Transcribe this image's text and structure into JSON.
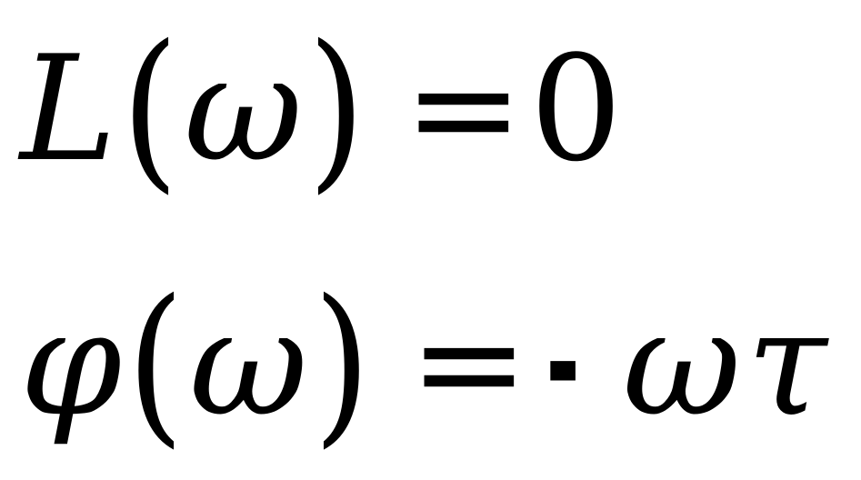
{
  "equations": [
    {
      "lhs_symbol": "L",
      "lparen": "(",
      "variable": "ω",
      "rparen": ")",
      "equals": "=",
      "rhs_value": "0"
    },
    {
      "lhs_symbol": "φ",
      "lparen": "(",
      "variable": "ω",
      "rparen": ")",
      "equals": "=",
      "rhs_sign": "-",
      "rhs_term1": "ω",
      "rhs_term2": "τ"
    }
  ]
}
